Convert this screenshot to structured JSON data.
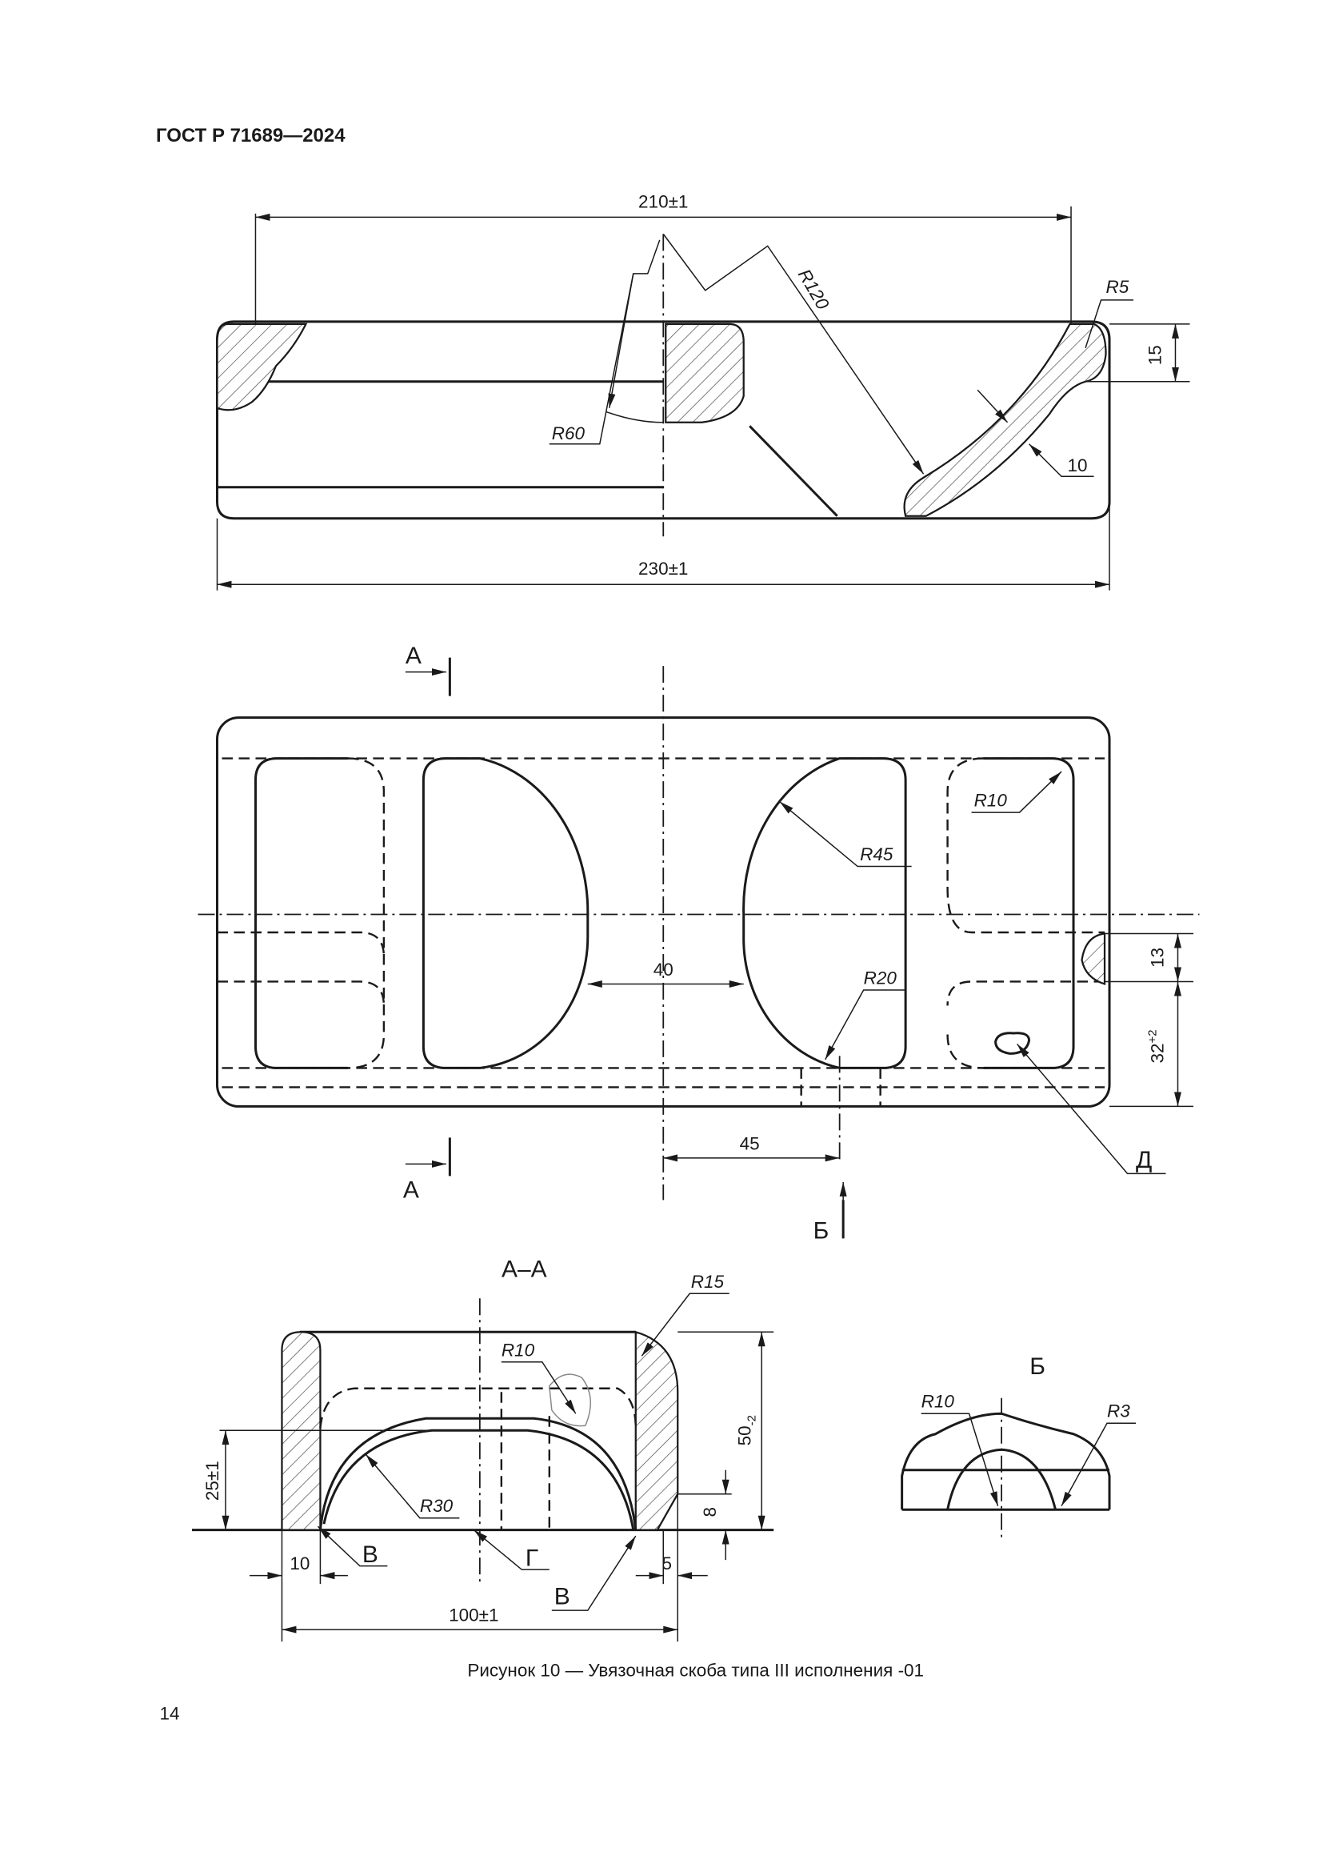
{
  "header": {
    "doc_code": "ГОСТ Р 71689—2024"
  },
  "front_view": {
    "dim_top_width": "210±1",
    "dim_bottom_width": "230±1",
    "dim_height": "15",
    "radius_r120": "R120",
    "radius_r60": "R60",
    "radius_r5": "R5",
    "dim_thickness": "10"
  },
  "plan_view": {
    "section_mark_top": "А",
    "section_mark_bottom": "А",
    "view_mark_b": "Б",
    "dim_40": "40",
    "dim_45": "45",
    "dim_13": "13",
    "dim_32": "32",
    "dim_32_tol": "+2",
    "radius_r45": "R45",
    "radius_r20": "R20",
    "radius_r10": "R10",
    "detail_d": "Д"
  },
  "section_aa": {
    "title": "А–А",
    "radius_r15": "R15",
    "radius_r10": "R10",
    "radius_r30": "R30",
    "dim_height": "50",
    "dim_height_tol": "-2",
    "dim_25": "25±1",
    "dim_8": "8",
    "dim_10": "10",
    "dim_5": "5",
    "dim_100": "100±1",
    "mark_v_left": "В",
    "mark_g": "Г",
    "mark_v_right": "В"
  },
  "view_b": {
    "title": "Б",
    "radius_r10": "R10",
    "radius_r3": "R3"
  },
  "caption": "Рисунок 10 — Увязочная скоба типа III исполнения -01",
  "page_number": "14"
}
